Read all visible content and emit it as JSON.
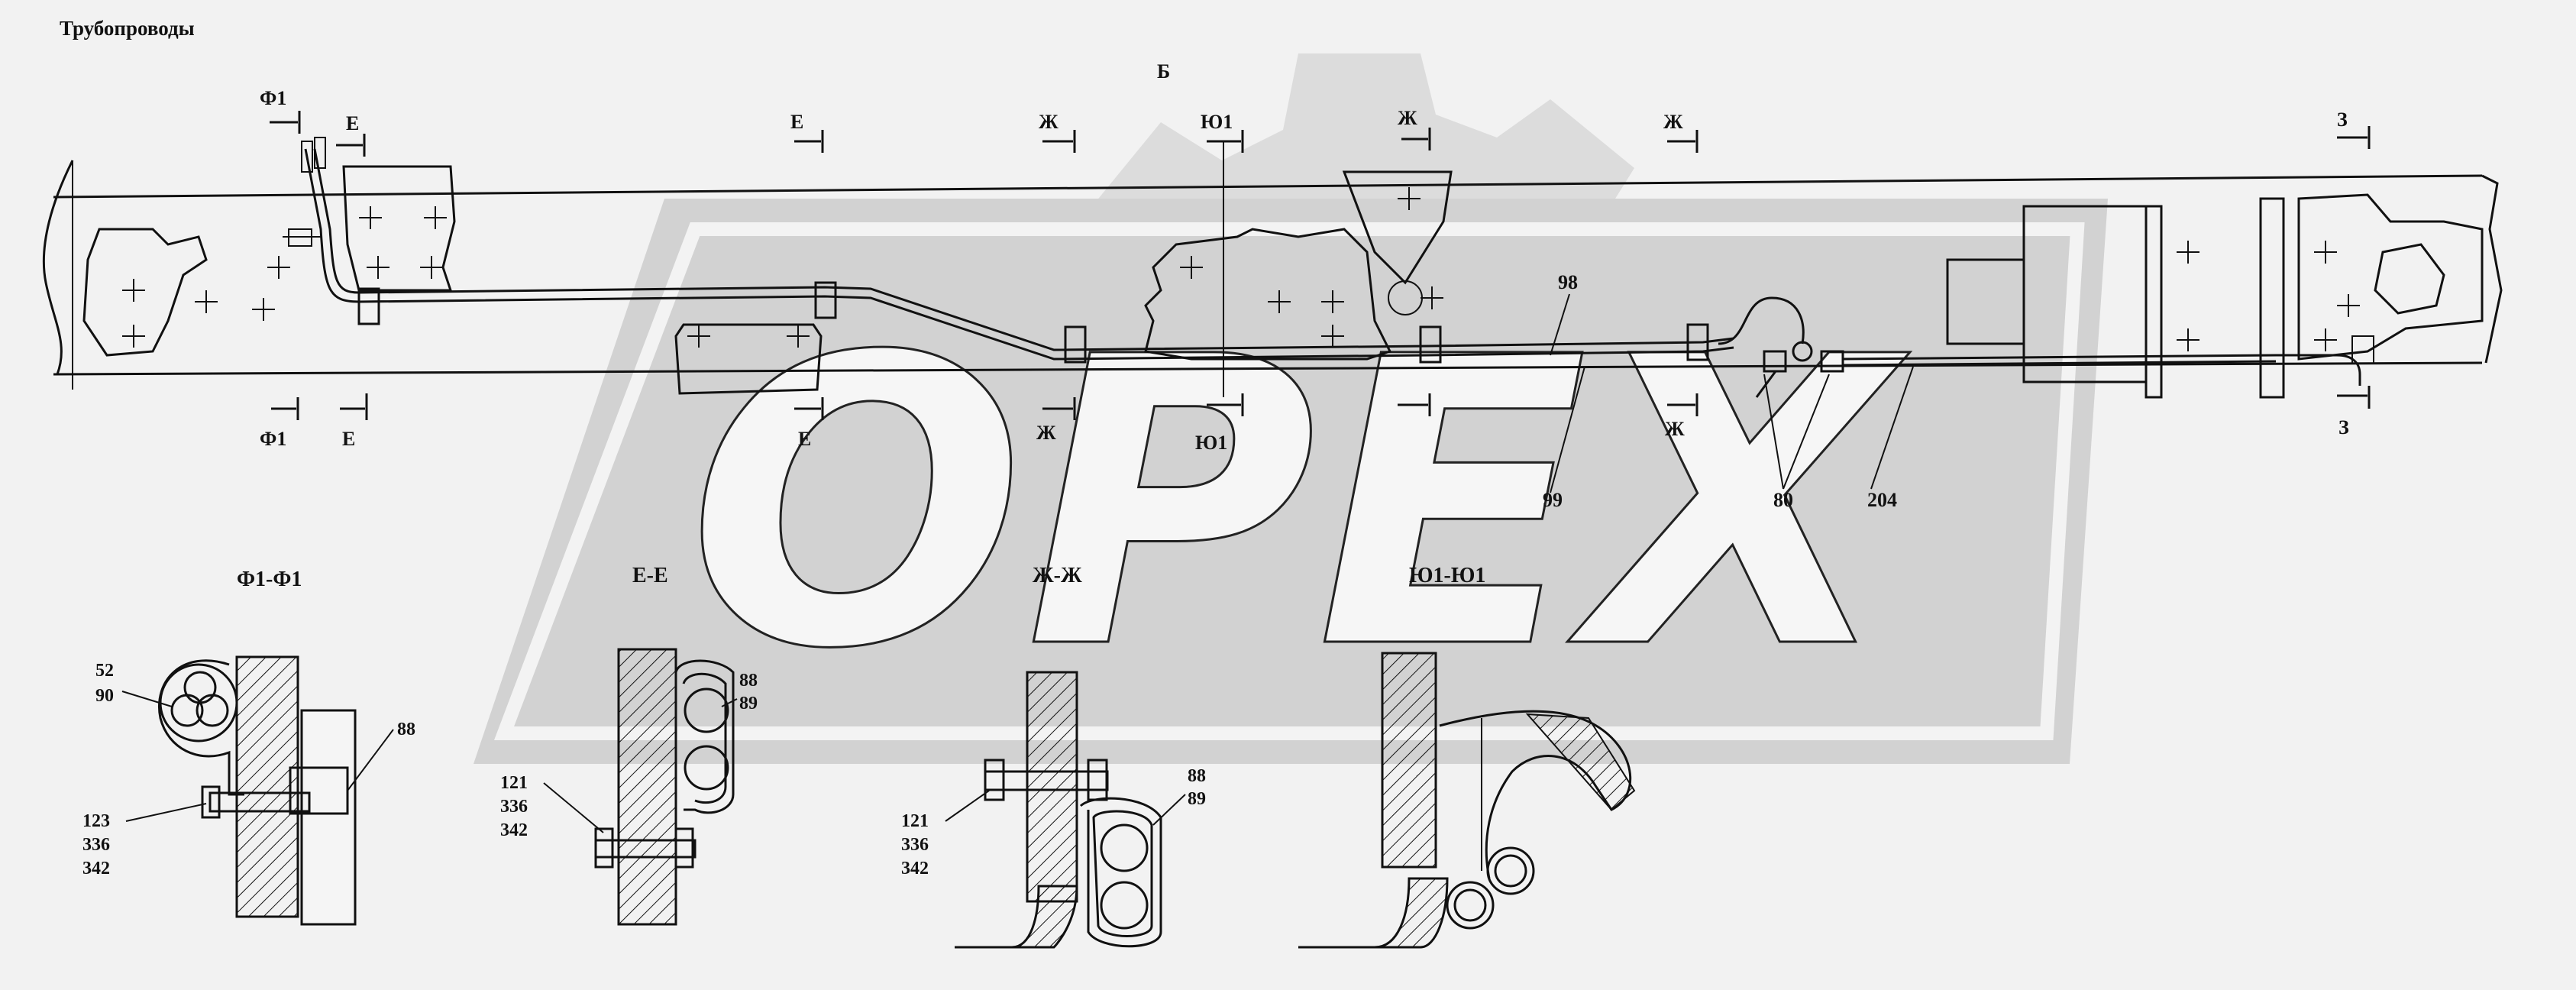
{
  "title": "Трубопроводы",
  "watermark": "OPEX",
  "colors": {
    "background": "#f2f2f2",
    "ink": "#111111",
    "watermark": "#cfcfcf"
  },
  "section_marks": {
    "f1": "Ф1",
    "e": "Е",
    "b": "Б",
    "zh": "Ж",
    "yu1": "Ю1",
    "z": "З"
  },
  "section_titles": {
    "f1_f1": "Ф1-Ф1",
    "e_e": "Е-Е",
    "zh_zh": "Ж-Ж",
    "yu1_yu1": "Ю1-Ю1"
  },
  "callouts": {
    "p98": "98",
    "p99": "99",
    "p80": "80",
    "p204": "204",
    "p52": "52",
    "p90": "90",
    "p88": "88",
    "p89": "89",
    "p121": "121",
    "p123": "123",
    "p336": "336",
    "p342": "342"
  }
}
